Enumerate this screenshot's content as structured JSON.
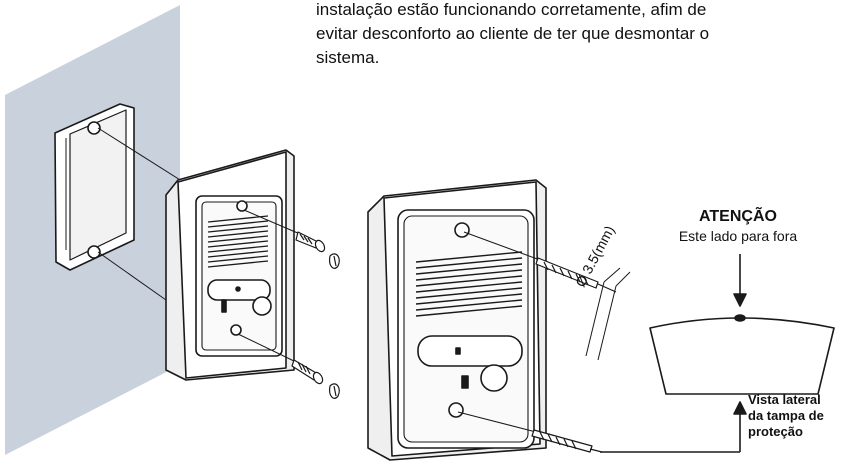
{
  "intro": {
    "lines": [
      "instalação estão funcionando corretamente, afim de",
      "evitar  desconforto ao cliente de ter que desmontar o",
      "sistema."
    ]
  },
  "attention": {
    "title": "ATENÇÃO",
    "subtitle": "Este lado para fora"
  },
  "dimension": "Ø 3.5(mm)",
  "side_note": {
    "lines": [
      "Vista lateral",
      "da tampa de",
      "proteção"
    ]
  },
  "colors": {
    "wall": "#c8d1dc",
    "line": "#1a1a1a",
    "panel": "#e9e9e9"
  }
}
